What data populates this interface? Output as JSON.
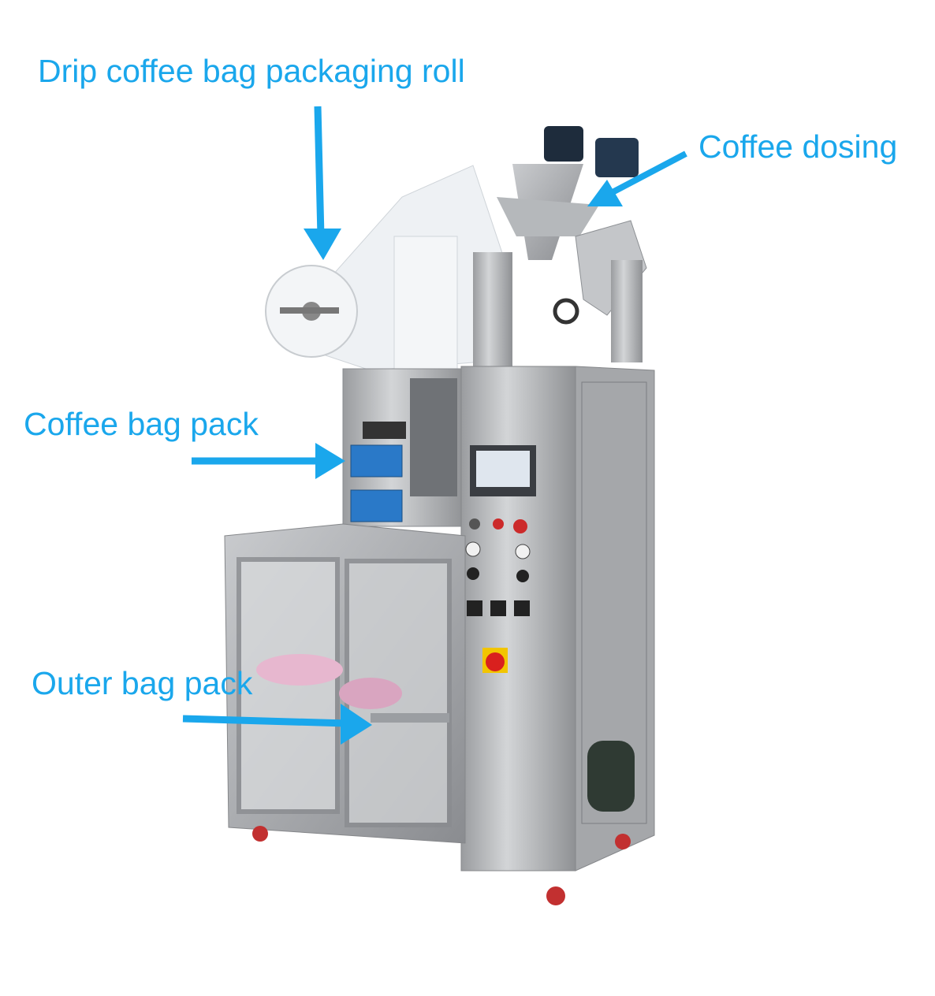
{
  "labels": {
    "roll": "Drip coffee bag packaging roll",
    "dosing": "Coffee dosing",
    "bag_pack": "Coffee bag pack",
    "outer_pack": "Outer bag pack"
  },
  "colors": {
    "accent": "#1AA7EC",
    "steel": "#B8BABD",
    "emergency_red": "#D9201E",
    "emergency_yellow": "#F2C500"
  }
}
